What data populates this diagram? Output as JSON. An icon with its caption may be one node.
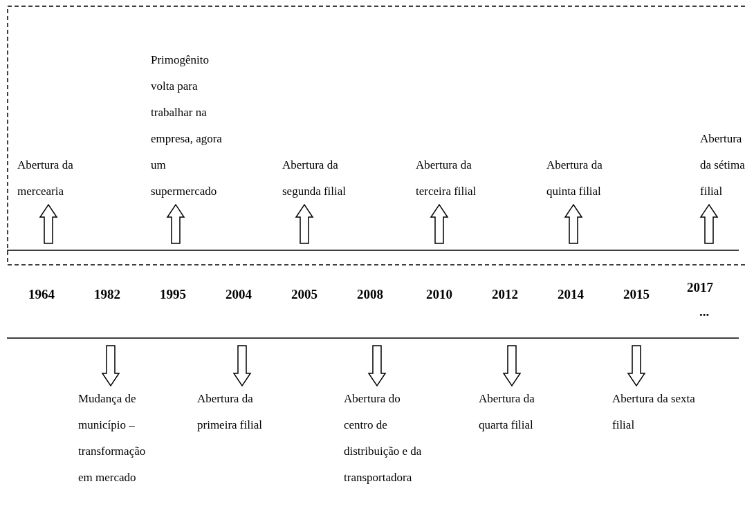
{
  "diagram": {
    "nodes": [
      {
        "text": [],
        "shape": "box"
      },
      {
        "text": [
          "Abertura da mercearia"
        ],
        "in": 0
      },
      {
        "text": [
          "Primogênito volta para trabalhar na empresa, agora um supermercado"
        ],
        "in": 0
      },
      {
        "text": [
          "Abertura da segunda filial"
        ],
        "in": 0
      },
      {
        "text": [
          "Abertura da terceira filial"
        ],
        "in": 0
      },
      {
        "text": [
          "Abertura da quinta filial"
        ],
        "in": 0
      },
      {
        "text": [
          "Abertura da sétima filial"
        ],
        "in": 0
      },
      {
        "text": [
          "Mudança de município – transformação em mercado"
        ]
      },
      {
        "text": [
          "Abertura da primeira filial"
        ]
      },
      {
        "text": [
          "Abertura do centro de distribuição e da transportadora"
        ]
      },
      {
        "text": [
          "Abertura da quarta filial"
        ]
      },
      {
        "text": [
          "Abertura da sexta filial"
        ]
      }
    ],
    "edges": [
      {
        "from": null,
        "to": 1,
        "arrow": "to"
      },
      {
        "from": null,
        "to": 2,
        "arrow": "to"
      },
      {
        "from": null,
        "to": 3,
        "arrow": "to"
      },
      {
        "from": null,
        "to": 4,
        "arrow": "to"
      },
      {
        "from": null,
        "to": 5,
        "arrow": "to"
      },
      {
        "from": null,
        "to": 6,
        "arrow": "to"
      },
      {
        "from": null,
        "to": 7,
        "arrow": "to"
      },
      {
        "from": null,
        "to": 8,
        "arrow": "to"
      },
      {
        "from": null,
        "to": 9,
        "arrow": "to"
      },
      {
        "from": null,
        "to": 10,
        "arrow": "to"
      },
      {
        "from": null,
        "to": 11,
        "arrow": "to"
      }
    ],
    "labels": [
      "1964",
      "1982",
      "1995",
      "2004",
      "2005",
      "2008",
      "2010",
      "2012",
      "2014",
      "2015",
      "2017",
      "..."
    ]
  }
}
